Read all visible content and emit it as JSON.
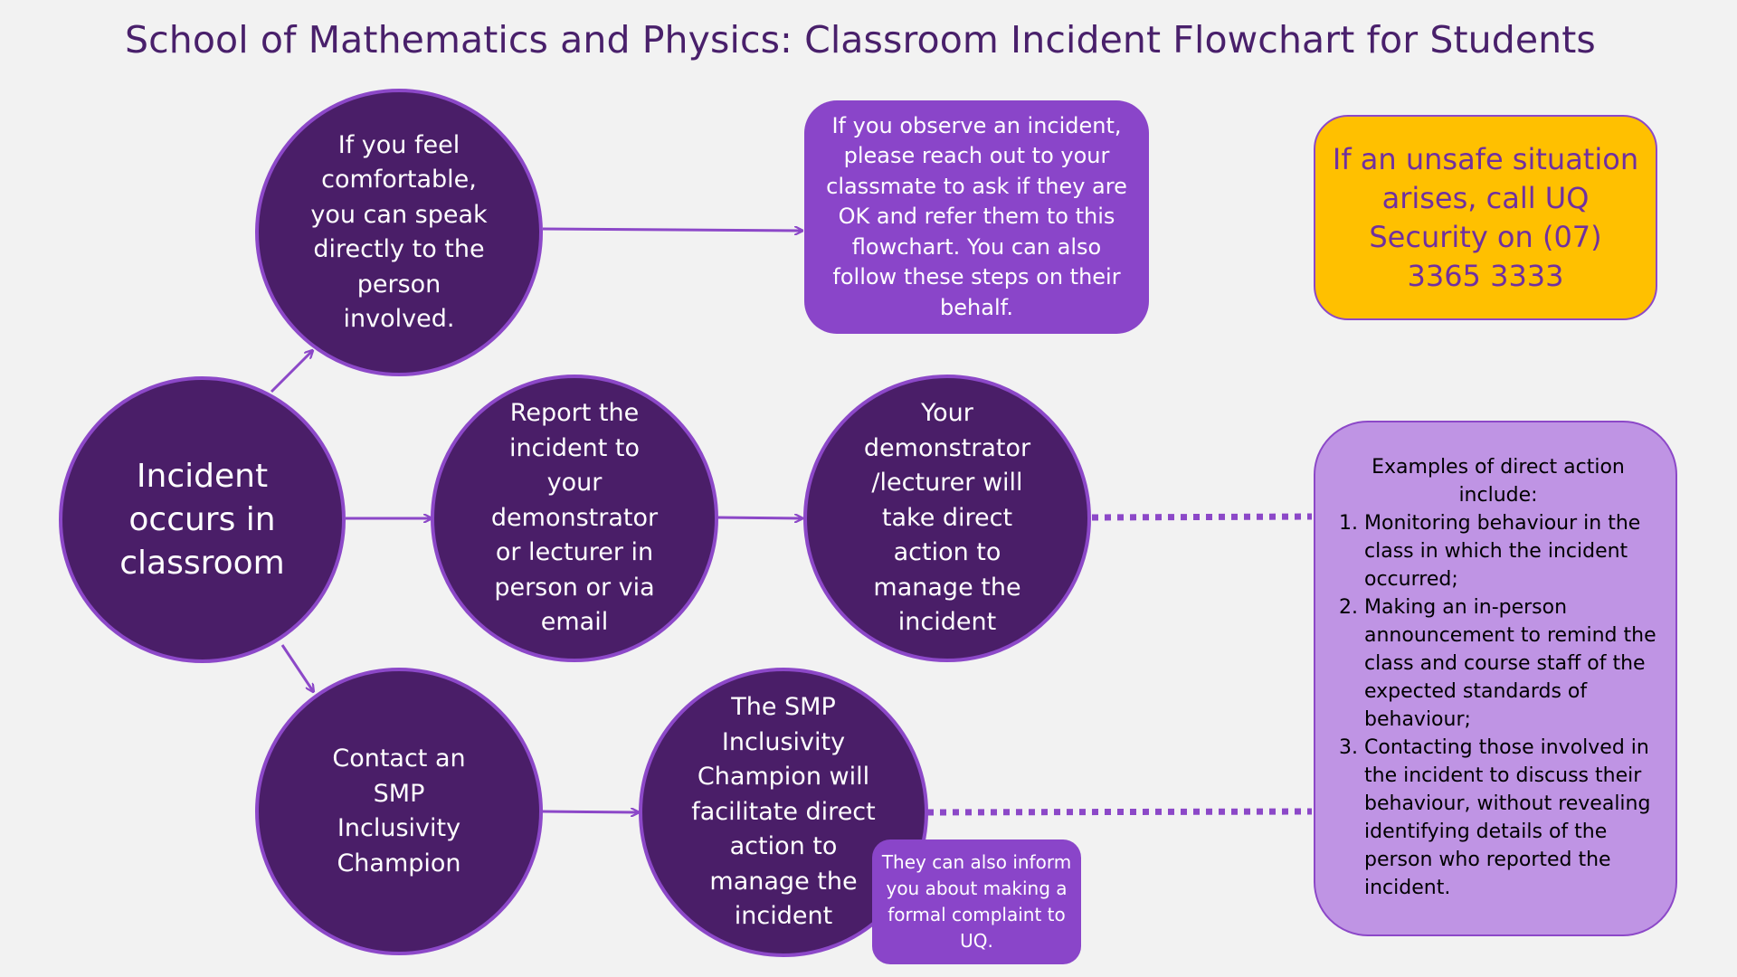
{
  "title": "School of Mathematics and Physics: Classroom Incident Flowchart for Students",
  "nodes": {
    "incident": "Incident occurs in classroom",
    "speak_directly": "If you feel comfortable, you can speak directly to the person involved.",
    "report": "Report the incident to your demonstrator or lecturer in person or via email",
    "demonstrator_action": "Your demonstrator /lecturer will take direct action to manage the incident",
    "contact_champion": "Contact an SMP Inclusivity Champion",
    "champion_action": "The SMP Inclusivity Champion will facilitate direct action to manage the incident"
  },
  "observe_box": "If you observe an incident, please reach out to your classmate to ask if they are OK and refer them to this flowchart. You can also follow these steps on their behalf.",
  "security_box": "If an unsafe situation arises, call UQ Security on (07) 3365 3333",
  "complaint_box": "They can also inform you about making a formal complaint to UQ.",
  "examples": {
    "heading": "Examples of direct action include:",
    "items": [
      "Monitoring behaviour in the class in which the incident occurred;",
      "Making an in-person announcement to remind the class and course staff of the expected standards of behaviour;",
      "Contacting those involved in the incident to discuss their behaviour, without revealing identifying details of the person who reported the incident."
    ]
  },
  "colors": {
    "background": "#f2f2f2",
    "title": "#49206b",
    "circle_fill": "#4a1e68",
    "circle_border": "#8c48c8",
    "box_purple": "#8a45c9",
    "box_light_purple": "#bf94e4",
    "box_yellow": "#ffc000",
    "security_text": "#7030a0",
    "arrow": "#8c48c8"
  }
}
